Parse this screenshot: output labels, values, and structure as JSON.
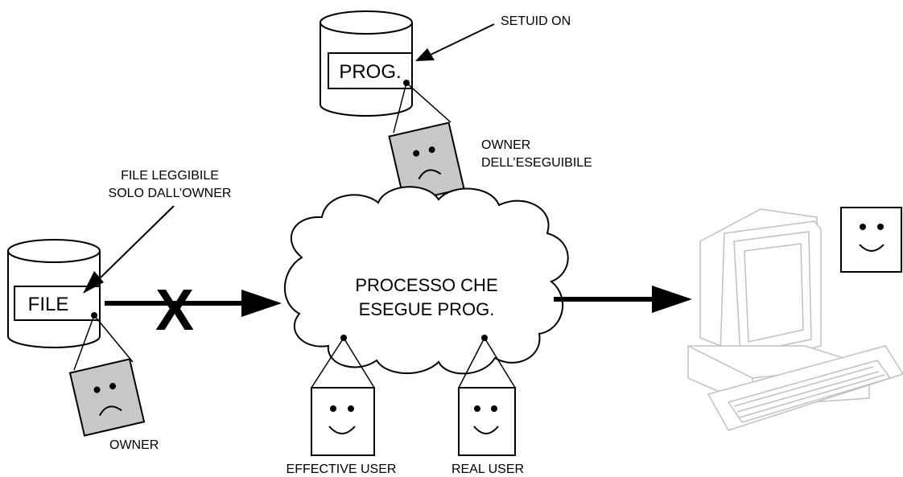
{
  "labels": {
    "setuid": "SETUID ON",
    "prog": "PROG.",
    "owner_exe_line1": "OWNER",
    "owner_exe_line2": "DELL’ESEGUIBILE",
    "file_note_line1": "FILE LEGGIBILE",
    "file_note_line2": "SOLO DALL’OWNER",
    "file": "FILE",
    "owner": "OWNER",
    "process_line1": "PROCESSO CHE",
    "process_line2": "ESEGUE PROG.",
    "blocked_mark": "X",
    "effective_user": "EFFECTIVE USER",
    "real_user": "REAL USER"
  },
  "faces": {
    "owner_exe": "sad",
    "file_owner": "sad",
    "effective_user": "happy",
    "real_user": "happy",
    "terminal_user": "happy"
  },
  "colors": {
    "sad_face_fill": "#c8c8c8",
    "happy_face_fill": "#ffffff",
    "computer_stroke": "#c0c0c0"
  }
}
